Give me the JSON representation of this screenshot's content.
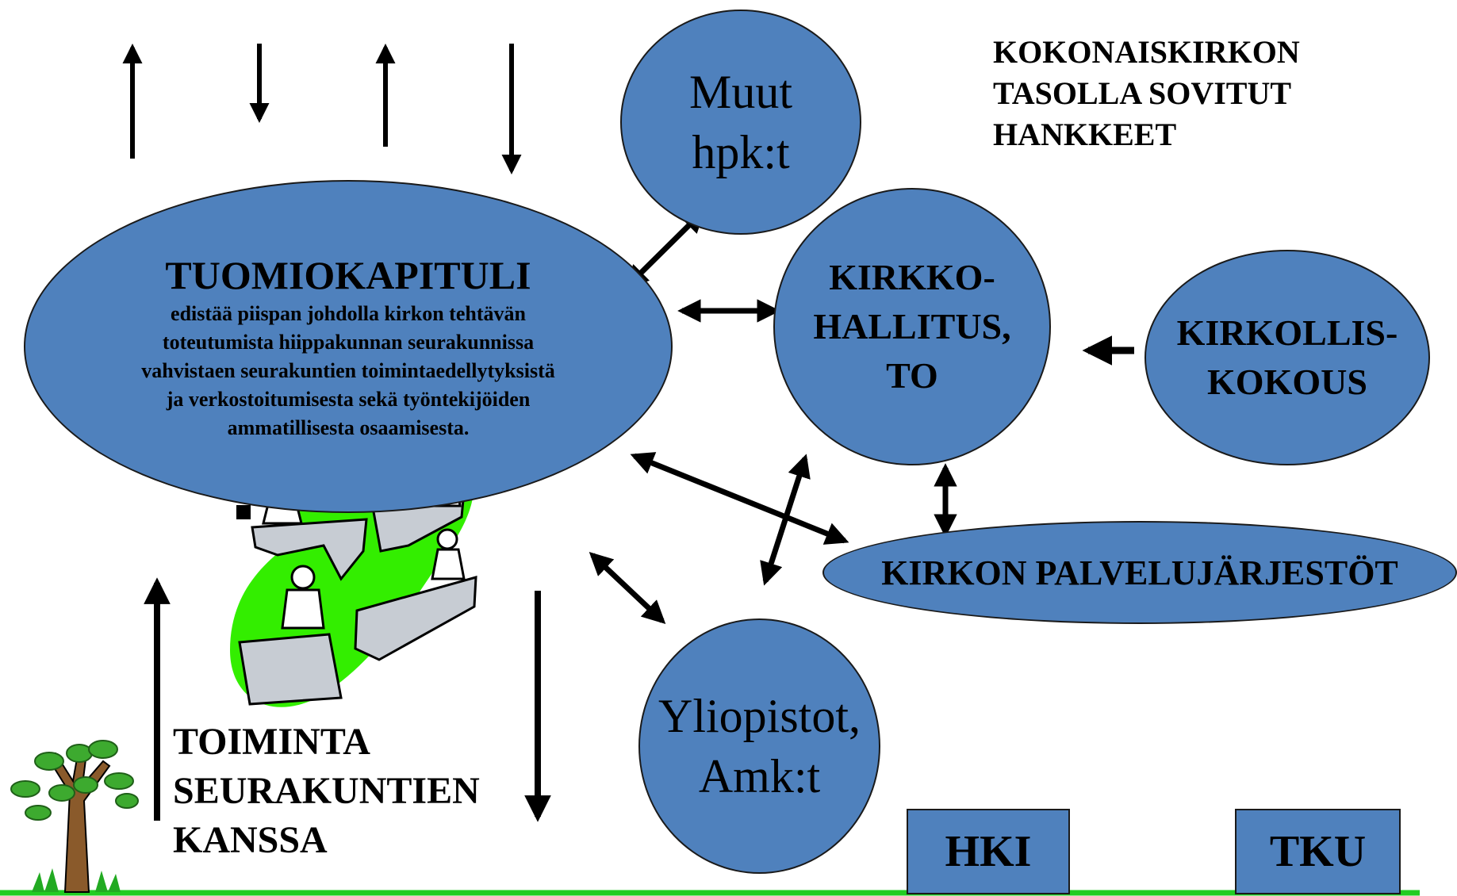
{
  "colors": {
    "node_fill": "#4f81bd",
    "outline": "#1a1a1a",
    "ground": "#22cc22",
    "blob": "#33ee00"
  },
  "header_note": {
    "lines": [
      "KOKONAISKIRKON",
      "TASOLLA SOVITUT",
      "HANKKEET"
    ]
  },
  "tuomiokapituli": {
    "title": "TUOMIOKAPITULI",
    "description_lines": [
      "edistää piispan johdolla kirkon tehtävän",
      "toteutumista hiippakunnan seurakunnissa",
      "vahvistaen seurakuntien toimintaedellytyksistä",
      "ja verkostoitumisesta sekä työntekijöiden",
      "ammatillisesta osaamisesta."
    ]
  },
  "muut_hpkt": {
    "lines": [
      "Muut",
      "hpk:t"
    ]
  },
  "kirkkohallitus": {
    "lines": [
      "KIRKKO-",
      "HALLITUS,",
      "TO"
    ]
  },
  "kirkolliskokous": {
    "lines": [
      "KIRKOLLIS-",
      "KOKOUS"
    ]
  },
  "palvelujarjestot": {
    "label": "KIRKON PALVELUJÄRJESTÖT"
  },
  "yliopistot": {
    "lines": [
      "Yliopistot,",
      "Amk:t"
    ]
  },
  "toiminta": {
    "lines": [
      "TOIMINTA",
      "SEURAKUNTIEN",
      "KANSSA"
    ]
  },
  "locations": {
    "hki": "HKI",
    "tku": "TKU"
  },
  "icons": [
    "tree-icon",
    "bridge-walkers-clipart"
  ]
}
